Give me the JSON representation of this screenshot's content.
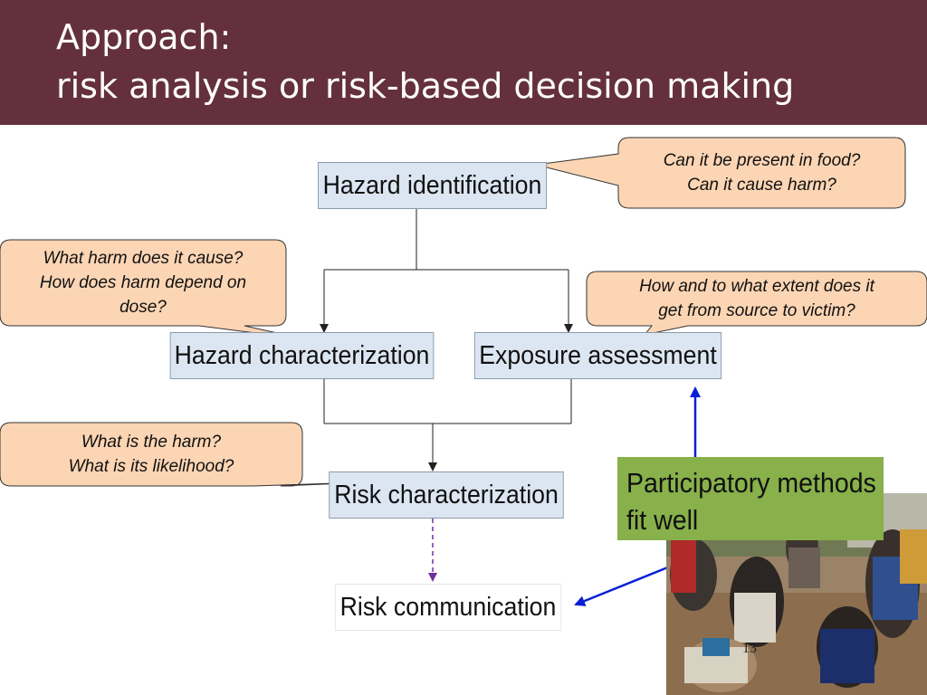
{
  "title": {
    "line1": "Approach:",
    "line2": "risk analysis or risk-based decision making"
  },
  "boxes": {
    "hazard_identification": "Hazard identification",
    "hazard_characterization": "Hazard characterization",
    "exposure_assessment": "Exposure assessment",
    "risk_characterization": "Risk characterization",
    "risk_communication": "Risk communication"
  },
  "callouts": {
    "identification": [
      "Can it be present in food?",
      "Can it cause harm?"
    ],
    "characterization": [
      "What harm does it cause?",
      "How does harm depend on",
      "dose?"
    ],
    "exposure": [
      "How and to what extent does it",
      "get from source to victim?"
    ],
    "risk": [
      "What is the harm?",
      "What is its likelihood?"
    ]
  },
  "participatory": {
    "line1": "Participatory methods",
    "line2": "fit well"
  },
  "photo": {
    "icon": "people-gathering-photo"
  },
  "page_number": "13",
  "colors": {
    "header": "#65303d",
    "box_fill": "#dce6f2",
    "callout_fill": "#fcd5b4",
    "green": "#88b04b",
    "arrow_blue": "#0a1fd6",
    "arrow_purple": "#7030a0"
  }
}
